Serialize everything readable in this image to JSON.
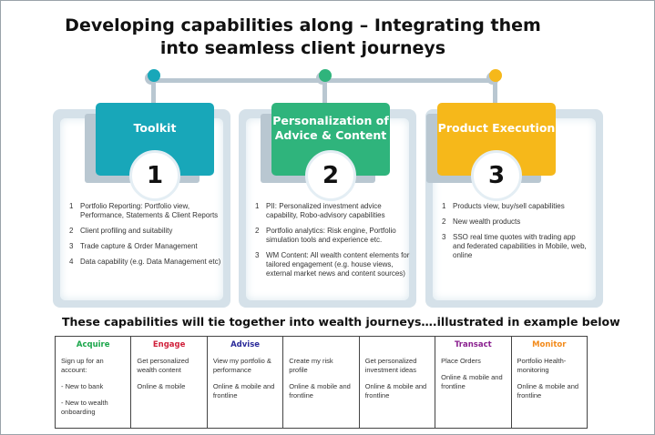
{
  "title": "Developing capabilities along – Integrating them into seamless client journeys",
  "colors": {
    "toolkit": "#18a7b9",
    "personalization": "#2fb47c",
    "execution": "#f6b81a"
  },
  "pillars": [
    {
      "label": "Toolkit",
      "number": "1",
      "items": [
        {
          "n": "1",
          "t": "Portfolio Reporting: Portfolio view, Performance, Statements & Client Reports"
        },
        {
          "n": "2",
          "t": "Client profiling and suitability"
        },
        {
          "n": "3",
          "t": "Trade capture & Order Management"
        },
        {
          "n": "4",
          "t": "Data capability (e.g. Data Management etc)"
        }
      ]
    },
    {
      "label": "Personalization of Advice & Content",
      "number": "2",
      "items": [
        {
          "n": "1",
          "t": "PII: Personalized investment advice capability,  Robo-advisory capabilities"
        },
        {
          "n": "2",
          "t": "Portfolio analytics: Risk engine, Portfolio simulation tools and experience etc."
        },
        {
          "n": "3",
          "t": "WM Content: All wealth content elements for tailored engagement (e.g. house views, external market news and content sources)"
        }
      ]
    },
    {
      "label": "Product Execution",
      "number": "3",
      "items": [
        {
          "n": "1",
          "t": "Products view, buy/sell capabilities"
        },
        {
          "n": "2",
          "t": "New wealth products"
        },
        {
          "n": "3",
          "t": "SSO real time quotes with trading app and federated capabilities in Mobile, web, online"
        }
      ]
    }
  ],
  "journey_heading": "These capabilities will tie together into wealth journeys….illustrated in example below",
  "journey": [
    {
      "stage": "Acquire",
      "color": "#1aa64a",
      "lines": [
        "Sign up for an account:",
        "- New to bank",
        "- New to wealth onboarding"
      ]
    },
    {
      "stage": "Engage",
      "color": "#d0203a",
      "lines": [
        "Get personalized wealth content",
        "Online & mobile"
      ]
    },
    {
      "stage": "Advise",
      "color": "#2a2a9a",
      "lines": [
        "View my portfolio & performance",
        "Online & mobile and frontline"
      ]
    },
    {
      "stage": "",
      "color": "#333333",
      "lines": [
        "Create my risk profile",
        "Online & mobile and frontline"
      ]
    },
    {
      "stage": "",
      "color": "#333333",
      "lines": [
        "Get personalized investment ideas",
        "Online & mobile and frontline"
      ]
    },
    {
      "stage": "Transact",
      "color": "#8a1f8f",
      "lines": [
        "Place Orders",
        "Online & mobile and frontline"
      ]
    },
    {
      "stage": "Monitor",
      "color": "#f28a1a",
      "lines": [
        "Portfolio Health-monitoring",
        "Online & mobile and frontline"
      ]
    }
  ]
}
